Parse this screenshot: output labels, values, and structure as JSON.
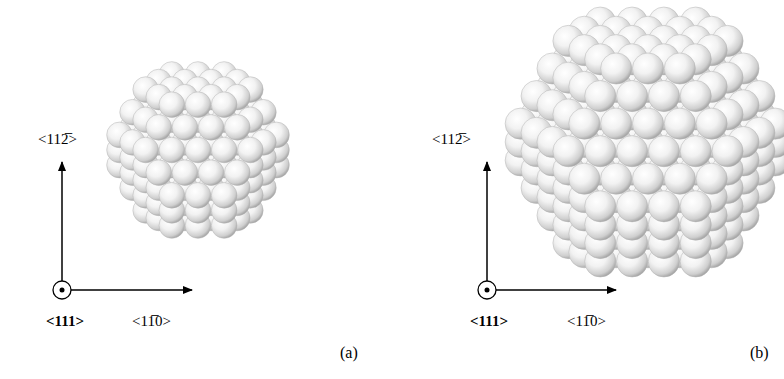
{
  "diagram": {
    "labels": [
      "<112̅>",
      "<111>",
      "<11̅0>",
      "(a)",
      "<112̅>",
      "<111>",
      "<11̅0>",
      "(b)"
    ]
  }
}
